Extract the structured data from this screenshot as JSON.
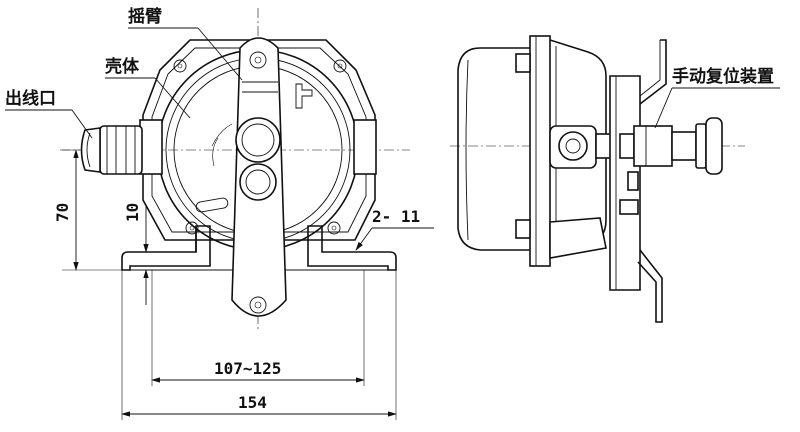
{
  "labels": {
    "arm": "摇臂",
    "shell": "壳体",
    "outlet": "出线口",
    "manual_reset": "手动复位装置"
  },
  "dimensions": {
    "height": "70",
    "offset": "10",
    "holes": "2- 11",
    "slot_range": "107~125",
    "width": "154"
  }
}
